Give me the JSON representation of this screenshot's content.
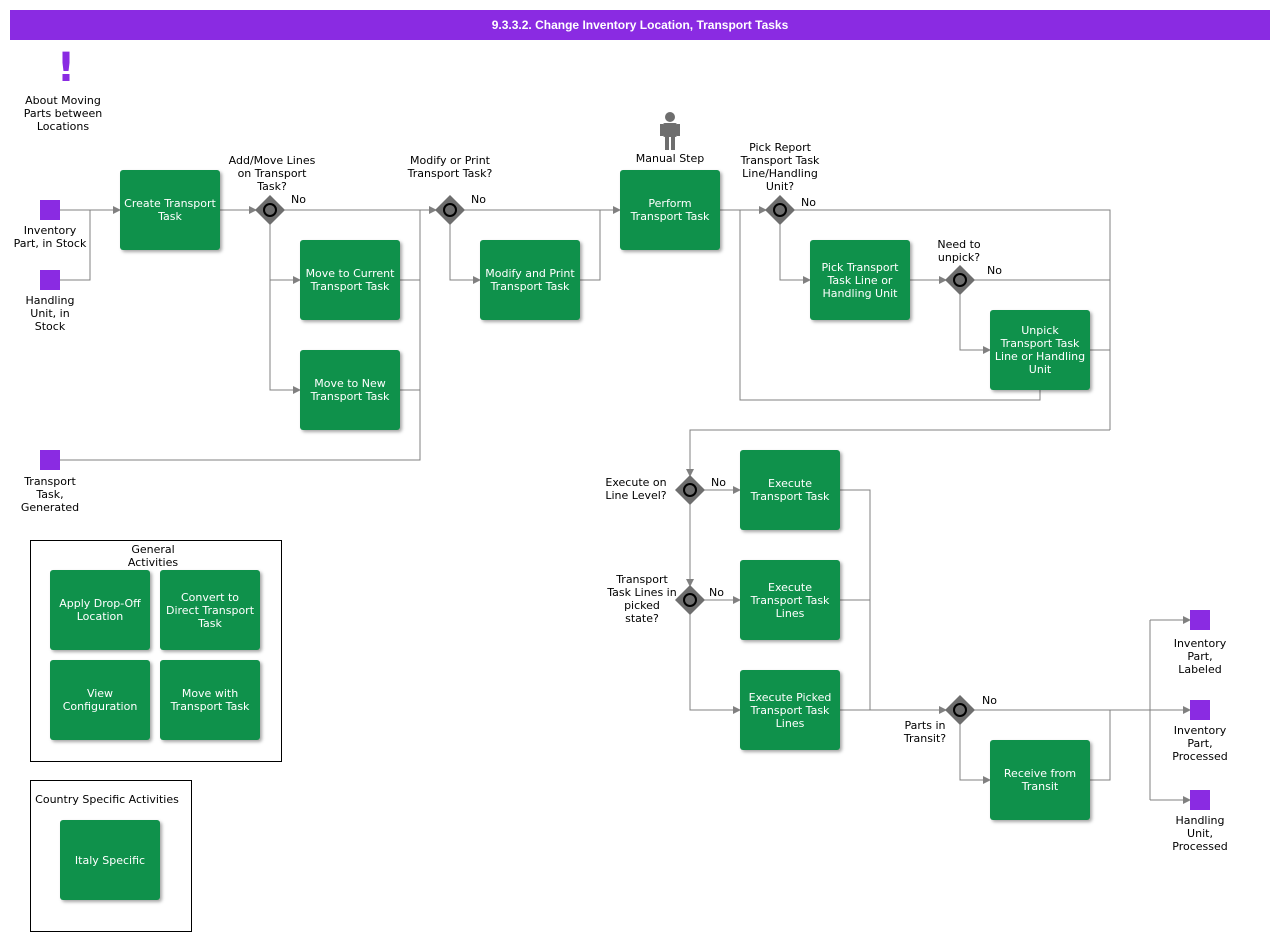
{
  "title": "9.3.3.2. Change Inventory Location, Transport Tasks",
  "note": {
    "icon": "exclamation-icon",
    "label": "About Moving Parts between Locations"
  },
  "manual_step": {
    "icon": "person-icon",
    "label": "Manual Step"
  },
  "colors": {
    "task": "#0f914b",
    "event": "#8a2be2",
    "title_bar": "#8a2be2",
    "gateway": "#6e6e6e",
    "line": "#808080"
  },
  "start_events": {
    "inventory_part_in_stock": "Inventory Part, in Stock",
    "handling_unit_in_stock": "Handling Unit, in Stock",
    "transport_task_generated": "Transport Task, Generated"
  },
  "end_events": {
    "inventory_part_labeled": "Inventory Part, Labeled",
    "inventory_part_processed": "Inventory Part, Processed",
    "handling_unit_processed": "Handling Unit, Processed"
  },
  "tasks": {
    "create_transport_task": "Create Transport Task",
    "move_to_current": "Move to Current Transport Task",
    "move_to_new": "Move to New Transport Task",
    "modify_and_print": "Modify and Print Transport Task",
    "perform_transport_task": "Perform Transport Task",
    "pick_line_or_hu": "Pick Transport Task Line or Handling Unit",
    "unpick_line_or_hu": "Unpick Transport Task Line or Handling Unit",
    "execute_transport_task": "Execute Transport Task",
    "execute_lines": "Execute Transport Task Lines",
    "execute_picked_lines": "Execute Picked Transport Task Lines",
    "receive_from_transit": "Receive from Transit"
  },
  "gateways": {
    "add_move_lines": "Add/Move Lines on Transport Task?",
    "modify_or_print": "Modify or Print Transport Task?",
    "pick_report": "Pick Report Transport Task Line/Handling Unit?",
    "need_to_unpick": "Need to unpick?",
    "execute_on_line_level": "Execute on Line Level?",
    "lines_in_picked_state": "Transport Task Lines in picked state?",
    "parts_in_transit": "Parts in Transit?"
  },
  "flow_labels": {
    "no": "No"
  },
  "general_activities": {
    "title": "General Activities",
    "items": [
      "Apply Drop-Off Location",
      "Convert to Direct Transport Task",
      "View Configuration",
      "Move with Transport Task"
    ]
  },
  "country_specific": {
    "title": "Country Specific Activities",
    "items": [
      "Italy Specific"
    ]
  }
}
